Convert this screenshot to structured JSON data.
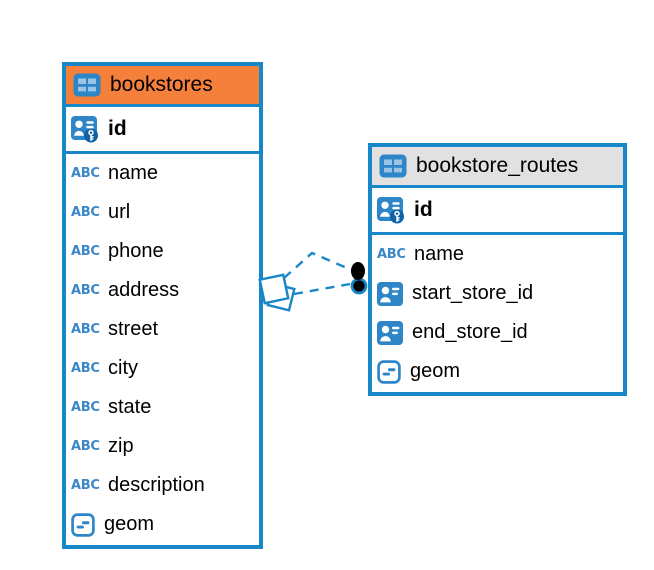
{
  "diagram": {
    "tables": [
      {
        "name": "bookstores",
        "header_color": "#F5803C",
        "icon": "table-icon",
        "primary_key": {
          "label": "id",
          "icon": "person-key-icon"
        },
        "columns": [
          {
            "label": "name",
            "icon": "abc-icon"
          },
          {
            "label": "url",
            "icon": "abc-icon"
          },
          {
            "label": "phone",
            "icon": "abc-icon"
          },
          {
            "label": "address",
            "icon": "abc-icon"
          },
          {
            "label": "street",
            "icon": "abc-icon"
          },
          {
            "label": "city",
            "icon": "abc-icon"
          },
          {
            "label": "state",
            "icon": "abc-icon"
          },
          {
            "label": "zip",
            "icon": "abc-icon"
          },
          {
            "label": "description",
            "icon": "abc-icon"
          },
          {
            "label": "geom",
            "icon": "geometry-icon"
          }
        ]
      },
      {
        "name": "bookstore_routes",
        "header_color": "#E1E1E1",
        "icon": "table-icon",
        "primary_key": {
          "label": "id",
          "icon": "person-key-icon"
        },
        "columns": [
          {
            "label": "name",
            "icon": "abc-icon"
          },
          {
            "label": "start_store_id",
            "icon": "person-card-icon"
          },
          {
            "label": "end_store_id",
            "icon": "person-card-icon"
          },
          {
            "label": "geom",
            "icon": "geometry-icon"
          }
        ]
      }
    ],
    "relations": [
      {
        "from": "bookstore_routes.start_store_id",
        "to": "bookstores.id",
        "line_style": "dashed"
      },
      {
        "from": "bookstore_routes.end_store_id",
        "to": "bookstores.id",
        "line_style": "dashed"
      }
    ],
    "colors": {
      "table_border": "#1787C8",
      "bookstores_header": "#F5803C",
      "routes_header": "#E1E1E1",
      "icon_blue": "#2E86C8",
      "relation_line": "#1787C8",
      "text": "#000000",
      "background": "#FFFFFF"
    }
  },
  "icons": {
    "table": "table-icon",
    "primary_key": "person-key-icon",
    "text_column": "abc-icon",
    "abc_text": "ABC",
    "reference_column": "person-card-icon",
    "geometry_column": "geometry-icon"
  }
}
